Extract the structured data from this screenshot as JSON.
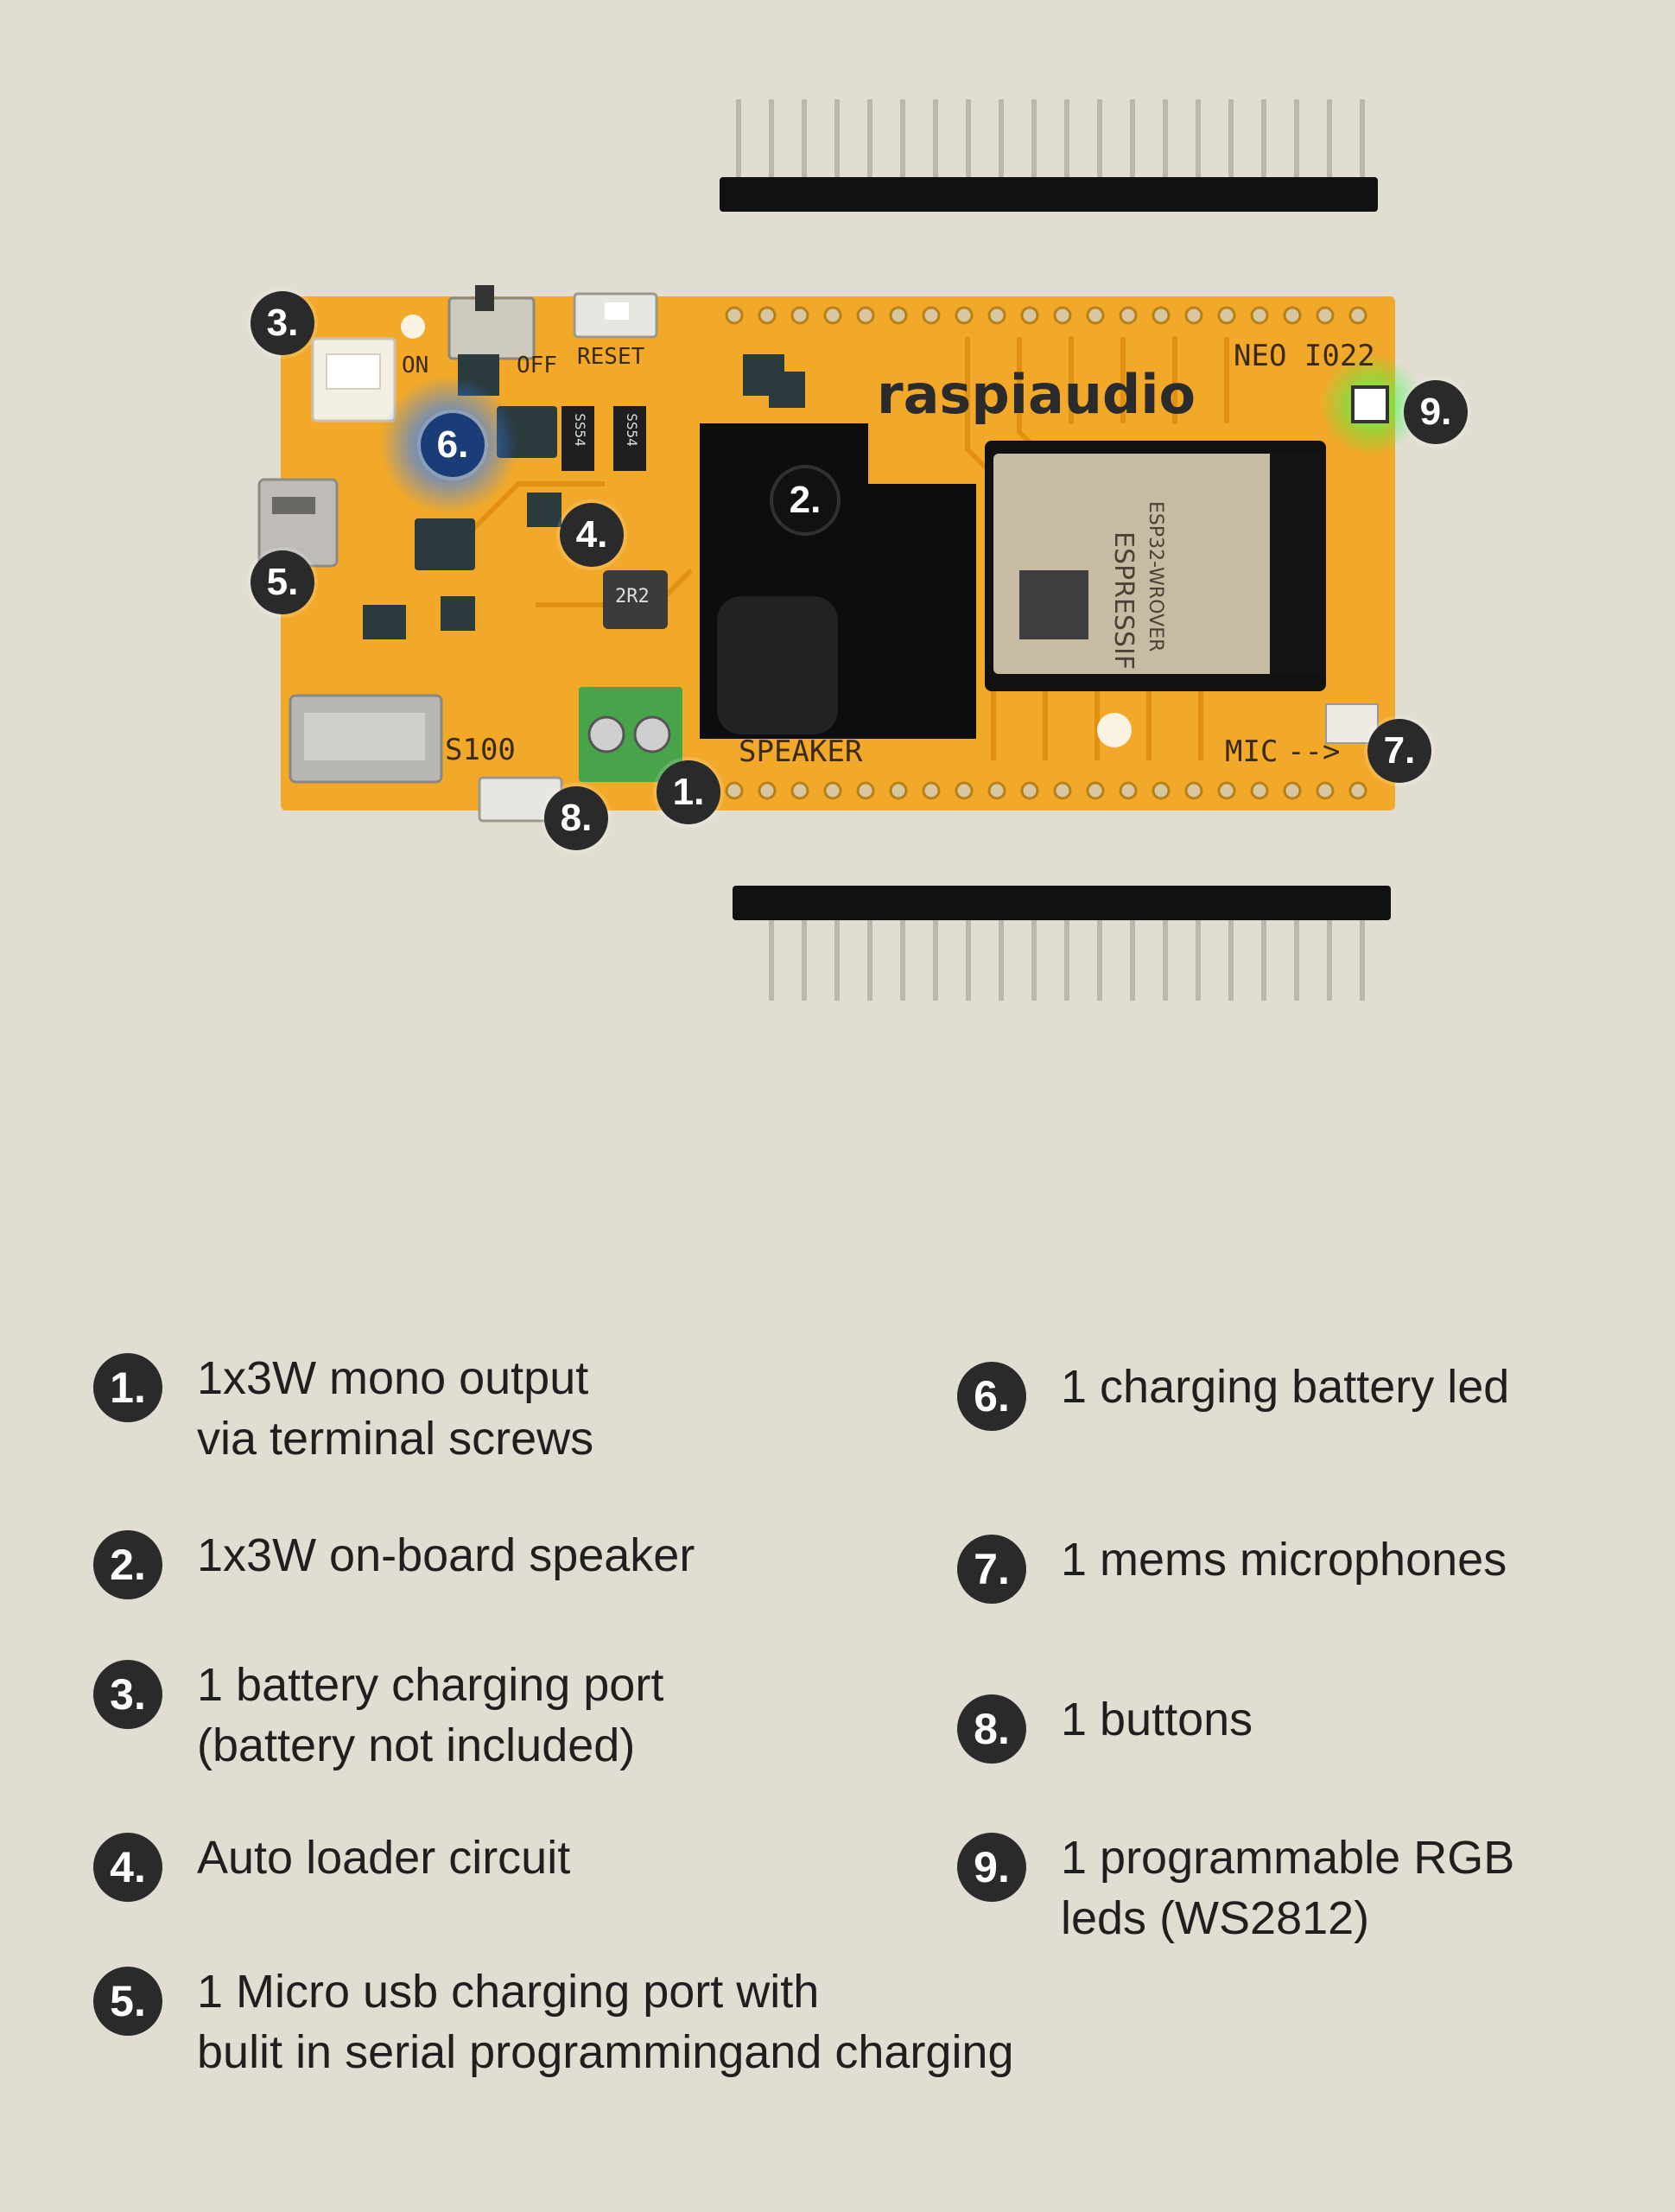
{
  "board": {
    "brand": "raspiaudio",
    "model": "NEO I022",
    "labels": {
      "speaker": "SPEAKER",
      "mic": "MIC",
      "mic_arrow": "-->",
      "on": "ON",
      "off": "OFF",
      "reset": "RESET",
      "s100": "S100",
      "ss54_a": "SS54",
      "ss54_b": "SS54",
      "inductor": "2R2",
      "module_brand": "ESPRESSIF",
      "module_model": "ESP32-WROVER"
    }
  },
  "markers": [
    "1.",
    "2.",
    "3.",
    "4.",
    "5.",
    "6.",
    "7.",
    "8.",
    "9."
  ],
  "legend": [
    {
      "num": "1.",
      "lines": [
        "1x3W mono output",
        "via terminal screws"
      ]
    },
    {
      "num": "2.",
      "lines": [
        "1x3W on-board speaker"
      ]
    },
    {
      "num": "3.",
      "lines": [
        "1 battery charging port",
        "(battery not included)"
      ]
    },
    {
      "num": "4.",
      "lines": [
        "Auto loader circuit"
      ]
    },
    {
      "num": "5.",
      "lines": [
        "1 Micro usb charging port with",
        "bulit in serial programmingand charging"
      ]
    },
    {
      "num": "6.",
      "lines": [
        "1 charging battery led"
      ]
    },
    {
      "num": "7.",
      "lines": [
        "1 mems microphones"
      ]
    },
    {
      "num": "8.",
      "lines": [
        "1 buttons"
      ]
    },
    {
      "num": "9.",
      "lines": [
        "1 programmable RGB",
        "leds (WS2812)"
      ]
    }
  ],
  "colors": {
    "background": "#e2ddd2",
    "pcb": "#f2a92a",
    "pcb_trace": "#e08e10",
    "marker": "#2a2a2a",
    "led_blue": "#2f7fff",
    "led_green": "#3dff4a"
  }
}
